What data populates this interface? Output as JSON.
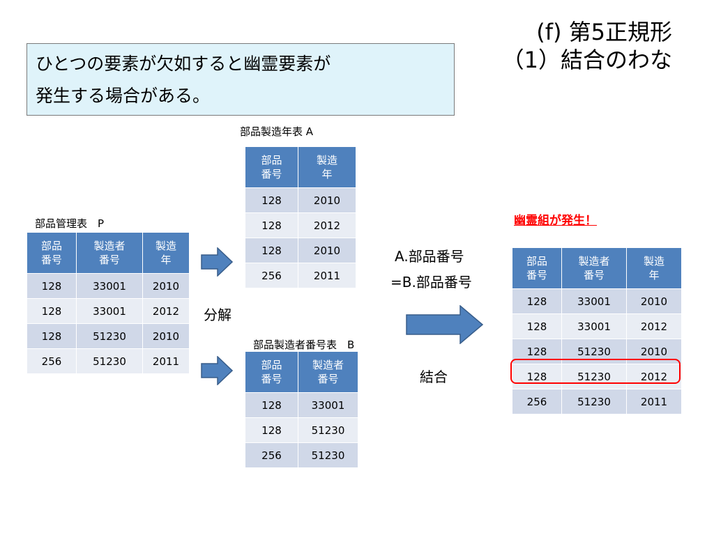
{
  "title": {
    "line1": "(f) 第5正規形",
    "line2": "（1）結合のわな"
  },
  "callout": {
    "line1": "ひとつの要素が欠如すると幽霊要素が",
    "line2": "発生する場合がある。"
  },
  "table_p": {
    "caption": "部品管理表　P",
    "headers": [
      "部品\n番号",
      "製造者\n番号",
      "製造\n年"
    ],
    "rows": [
      [
        "128",
        "33001",
        "2010"
      ],
      [
        "128",
        "33001",
        "2012"
      ],
      [
        "128",
        "51230",
        "2010"
      ],
      [
        "256",
        "51230",
        "2011"
      ]
    ]
  },
  "table_a": {
    "caption": "部品製造年表 A",
    "headers": [
      "部品\n番号",
      "製造\n年"
    ],
    "rows": [
      [
        "128",
        "2010"
      ],
      [
        "128",
        "2012"
      ],
      [
        "128",
        "2010"
      ],
      [
        "256",
        "2011"
      ]
    ]
  },
  "table_b": {
    "caption": "部品製造者番号表　B",
    "headers": [
      "部品\n番号",
      "製造者\n番号"
    ],
    "rows": [
      [
        "128",
        "33001"
      ],
      [
        "128",
        "51230"
      ],
      [
        "256",
        "51230"
      ]
    ]
  },
  "table_result": {
    "headers": [
      "部品\n番号",
      "製造者\n番号",
      "製造\n年"
    ],
    "rows": [
      [
        "128",
        "33001",
        "2010"
      ],
      [
        "128",
        "33001",
        "2012"
      ],
      [
        "128",
        "51230",
        "2010"
      ],
      [
        "128",
        "51230",
        "2012"
      ],
      [
        "256",
        "51230",
        "2011"
      ]
    ],
    "ghost_row_index": 3
  },
  "labels": {
    "decompose": "分解",
    "condition_line1": "A.部品番号",
    "condition_line2": "=B.部品番号",
    "join": "結合",
    "ghost_warning": "幽霊組が発生！"
  },
  "colors": {
    "header_bg": "#4f81bd",
    "row_odd": "#d0d8e8",
    "row_even": "#e9edf4",
    "arrow_fill": "#4f81bd",
    "arrow_stroke": "#385d8a",
    "highlight": "#ff0000",
    "callout_bg": "#dff3fa"
  }
}
